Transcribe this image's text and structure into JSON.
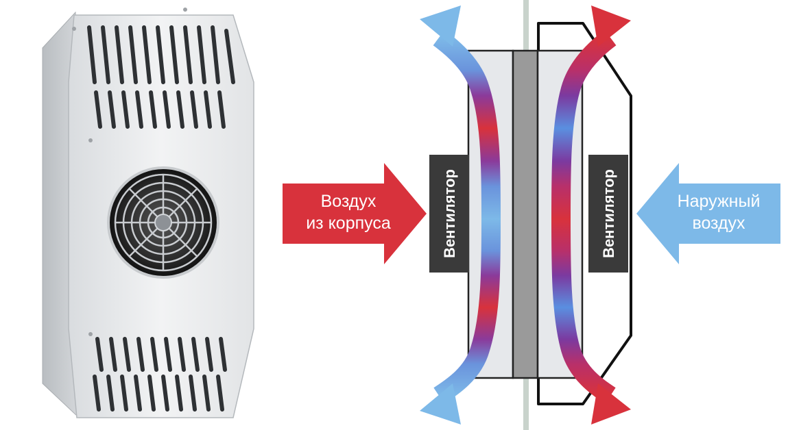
{
  "labels": {
    "inner_air_line1": "Воздух",
    "inner_air_line2": "из корпуса",
    "outer_air_line1": "Наружный",
    "outer_air_line2": "воздух",
    "fan_left": "Вентилятор",
    "fan_right": "Вентилятор"
  },
  "colors": {
    "hot_air": "#d8323c",
    "cool_air": "#7db9e8",
    "fan_box": "#3a3a3a",
    "core": "#9a9a9a",
    "housing": "#e6e8eb"
  },
  "icons": {
    "device": "thermoelectric-cooler-photo",
    "fan": "fan-grille-icon"
  }
}
